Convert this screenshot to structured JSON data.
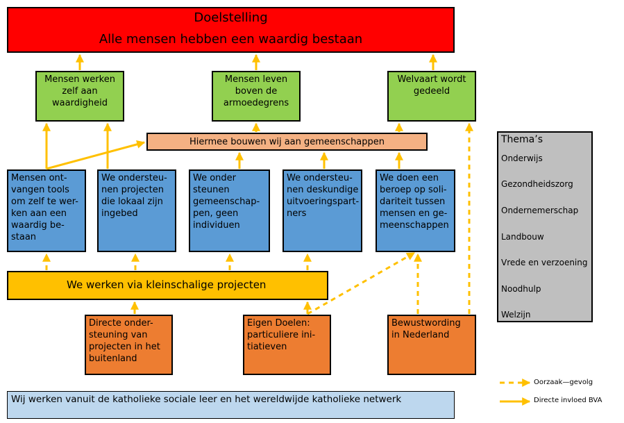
{
  "goal": {
    "title": "Doelstelling",
    "subtitle": "Alle mensen hebben een waardig bestaan"
  },
  "outcomes": [
    "Mensen werken\nzelf aan\nwaardigheid",
    "Mensen leven\nboven de\narmoedegrens",
    "Welvaart wordt\ngedeeld"
  ],
  "community_bar": "Hiermee bouwen wij aan gemeenschappen",
  "approaches": [
    "Mensen ont-\nvangen tools\nom zelf te wer-\nken aan een\nwaardig be-\nstaan",
    "We ondersteu-\nnen projecten\ndie lokaal zijn\ningebed",
    "We onder\nsteunen\ngemeenschap-\npen, geen\nindividuen",
    "We ondersteu-\nnen deskundige\nuitvoeringspart-\nners",
    "We doen een\nberoep op soli-\ndariteit tussen\nmensen en ge-\nmeenschappen"
  ],
  "small_projects": "We werken via kleinschalige projecten",
  "sources": [
    "Directe onder-\nsteuning van\nprojecten in het\nbuitenland",
    "Eigen Doelen:\nparticuliere ini-\ntiatieven",
    "Bewustwording\nin Nederland"
  ],
  "foundation": "Wij werken vanuit de katholieke sociale leer en het wereldwijde katholieke netwerk",
  "themes": {
    "title": "Thema’s",
    "items": [
      "Onderwijs",
      "Gezondheidszorg",
      "Ondernemerschap",
      "Landbouw",
      "Vrede en verzoening",
      "Noodhulp",
      "Welzijn"
    ]
  },
  "legend": {
    "dashed": "Oorzaak—gevolg",
    "solid": "Directe invloed BVA"
  },
  "colors": {
    "arrow": "#ffc000",
    "goal": "#ff0000",
    "outcome": "#92d050",
    "community": "#f4b183",
    "approach": "#5b9bd5",
    "projects": "#ffc000",
    "source": "#ed7d31",
    "themes": "#bfbfbf",
    "foundation": "#bdd7ee"
  }
}
